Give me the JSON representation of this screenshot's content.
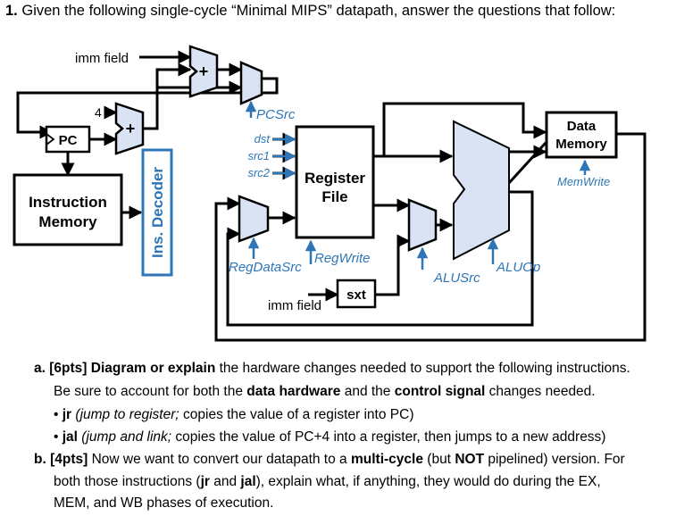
{
  "question": {
    "number": "1.",
    "text": "Given the following single-cycle “Minimal MIPS” datapath, answer the questions that follow:"
  },
  "diagram": {
    "imm_field_top": "imm field",
    "four": "4",
    "plus": "+",
    "pcsrc": "PCSrc",
    "pc": "PC",
    "dst": "dst",
    "src1": "src1",
    "src2": "src2",
    "register": "Register",
    "file": "File",
    "data": "Data",
    "memory": "Memory",
    "memwrite": "MemWrite",
    "instruction": "Instruction",
    "memory2": "Memory",
    "decoder": "Ins. Decoder",
    "regdatasrc": "RegDataSrc",
    "regwrite": "RegWrite",
    "alusrc": "ALUSrc",
    "aluop": "ALUOp",
    "sxt": "sxt",
    "imm_field_bottom": "imm field",
    "colors": {
      "blue": "#2e75b6",
      "mux_fill": "#dae3f3",
      "alu_fill": "#dae3f3"
    }
  },
  "part_a": {
    "label": "a.",
    "points": "[6pts]",
    "lead": "Diagram or explain",
    "line1_rest": "the hardware changes needed to support the following instructions.",
    "line2_pre": "Be sure to account for both the",
    "data_hw": "data hardware",
    "and": "and the",
    "control": "control signal",
    "line2_post": "changes needed.",
    "bullet1_cmd": "jr",
    "bullet1_paren": "(jump to register;",
    "bullet1_rest": "copies the value of a register into PC)",
    "bullet2_cmd": "jal",
    "bullet2_paren": "(jump and link;",
    "bullet2_rest": "copies the value of PC+4 into a register, then jumps to a new address)"
  },
  "part_b": {
    "label": "b.",
    "points": "[4pts]",
    "line1_pre": "Now we want to convert our datapath to a",
    "multicycle": "multi-cycle",
    "but": "(but",
    "not": "NOT",
    "line1_post": "pipelined) version. For",
    "line2_pre": "both those instructions (",
    "jr": "jr",
    "and": "and",
    "jal": "jal",
    "line2_post": "), explain what, if anything, they would do during the EX,",
    "line3": "MEM, and WB phases of execution."
  }
}
